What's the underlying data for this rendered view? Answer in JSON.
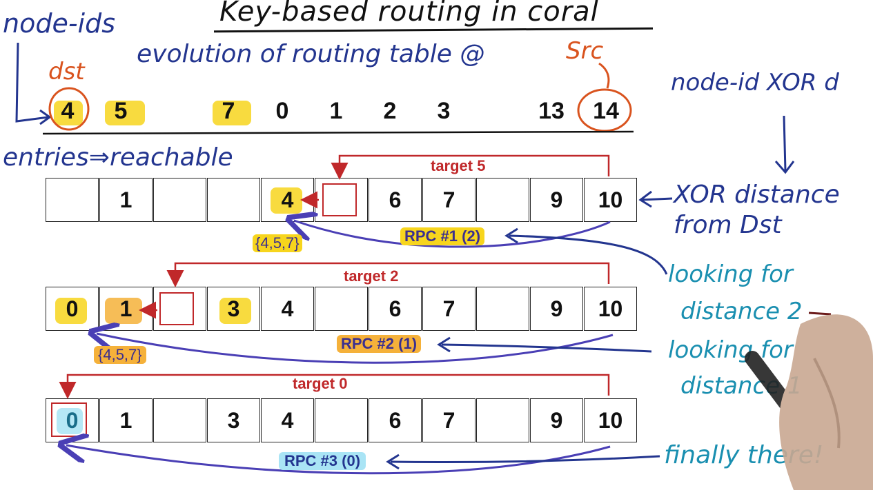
{
  "title": "Key-based routing in coral",
  "labels": {
    "node_ids": "node-ids",
    "evolution": "evolution of routing table @",
    "src": "Src",
    "dst": "dst",
    "entries": "entries⇒reachable",
    "xor_note": "node-id XOR d",
    "xor_distance_1": "XOR distance",
    "xor_distance_2": "from Dst",
    "looking_2_a": "looking for",
    "looking_2_b": "distance 2",
    "looking_1_a": "looking for",
    "looking_1_b": "distance 1",
    "finally": "finally there!"
  },
  "node_ids": [
    "4",
    "5",
    "7",
    "0",
    "1",
    "2",
    "3",
    "13",
    "14"
  ],
  "rows": [
    {
      "target": "target 5",
      "rpc": "RPC #1 (2)",
      "set": "{4,5,7}",
      "cells": [
        "",
        "1",
        "",
        "",
        "4",
        "",
        "6",
        "7",
        "",
        "9",
        "10"
      ]
    },
    {
      "target": "target 2",
      "rpc": "RPC #2 (1)",
      "set": "{4,5,7}",
      "cells": [
        "0",
        "1",
        "",
        "3",
        "4",
        "",
        "6",
        "7",
        "",
        "9",
        "10"
      ]
    },
    {
      "target": "target 0",
      "rpc": "RPC #3 (0)",
      "cells": [
        "0",
        "1",
        "",
        "3",
        "4",
        "",
        "6",
        "7",
        "",
        "9",
        "10"
      ]
    }
  ],
  "colors": {
    "ink_blue": "#23358f",
    "ink_red": "#b52a1f",
    "ink_teal": "#1a8fb0",
    "ink_orange": "#d9531e",
    "ink_maroon": "#6b1a1a",
    "highlight_yellow": "#f7d51d",
    "highlight_orange": "#f5b13a",
    "highlight_cyan": "#a9e4f5"
  }
}
